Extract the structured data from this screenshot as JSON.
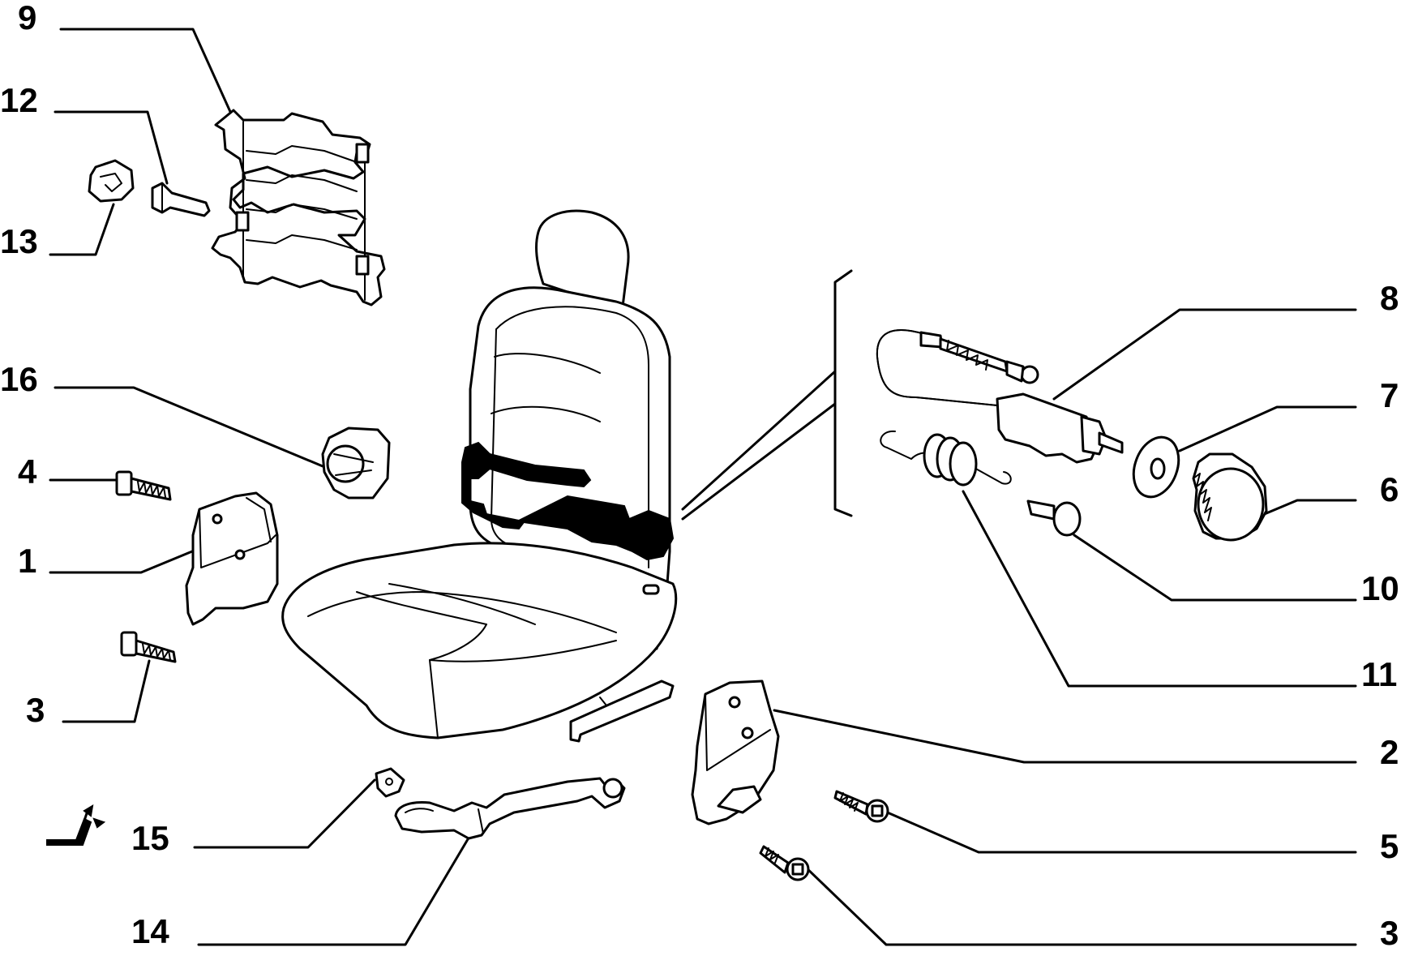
{
  "callouts": [
    {
      "id": "9",
      "text": "9"
    },
    {
      "id": "12",
      "text": "12"
    },
    {
      "id": "13",
      "text": "13"
    },
    {
      "id": "16",
      "text": "16"
    },
    {
      "id": "4",
      "text": "4"
    },
    {
      "id": "1",
      "text": "1"
    },
    {
      "id": "3a",
      "text": "3"
    },
    {
      "id": "15",
      "text": "15"
    },
    {
      "id": "14",
      "text": "14"
    },
    {
      "id": "8",
      "text": "8"
    },
    {
      "id": "7",
      "text": "7"
    },
    {
      "id": "6",
      "text": "6"
    },
    {
      "id": "10",
      "text": "10"
    },
    {
      "id": "11",
      "text": "11"
    },
    {
      "id": "2",
      "text": "2"
    },
    {
      "id": "5",
      "text": "5"
    },
    {
      "id": "3b",
      "text": "3"
    }
  ],
  "icons": {
    "seat_adjust": "seat-adjust-icon"
  }
}
